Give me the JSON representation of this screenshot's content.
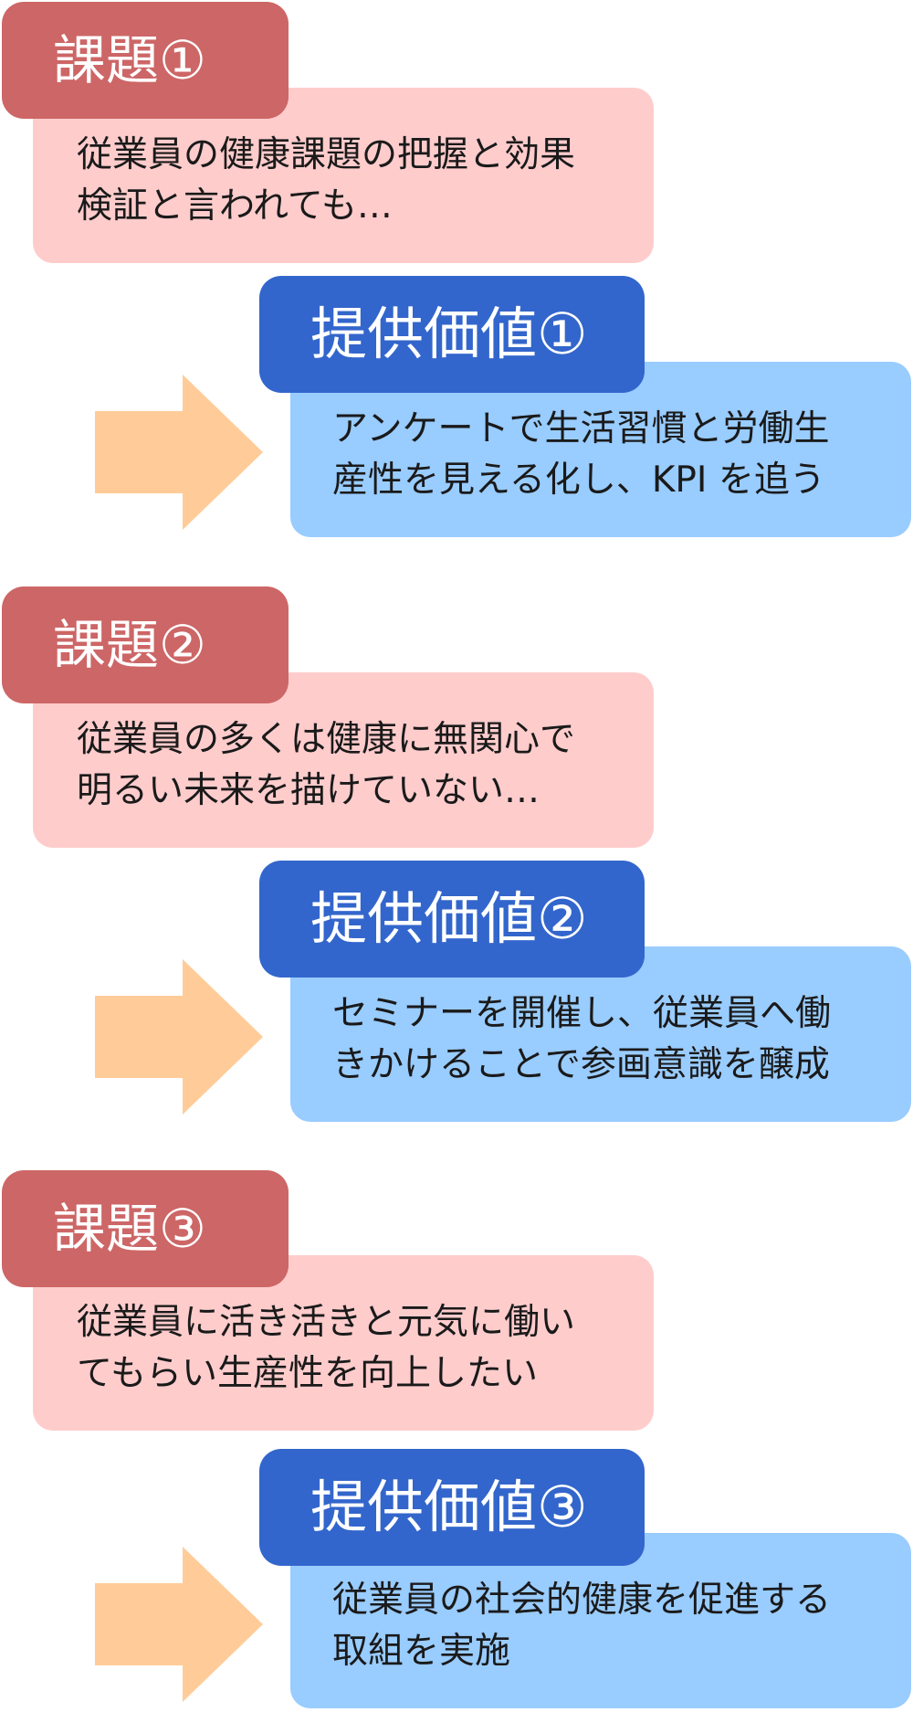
{
  "colors": {
    "issue_tab": "#cd6666",
    "issue_box": "#ffcccc",
    "solution_tab": "#3366cc",
    "solution_box": "#99ccff",
    "arrow": "#ffcc99"
  },
  "sections": [
    {
      "issue_title": "課題①",
      "issue_lines": [
        "従業員の健康課題の把握と効果",
        "検証と言われても…"
      ],
      "solution_title": "提供価値①",
      "solution_lines": [
        "アンケートで生活習慣と労働生",
        "産性を見える化し、KPI を追う"
      ]
    },
    {
      "issue_title": "課題②",
      "issue_lines": [
        "従業員の多くは健康に無関心で",
        "明るい未来を描けていない…"
      ],
      "solution_title": "提供価値②",
      "solution_lines": [
        "セミナーを開催し、従業員へ働",
        "きかけることで参画意識を醸成"
      ]
    },
    {
      "issue_title": "課題③",
      "issue_lines": [
        "従業員に活き活きと元気に働い",
        "てもらい生産性を向上したい"
      ],
      "solution_title": "提供価値③",
      "solution_lines": [
        "従業員の社会的健康を促進する",
        "取組を実施"
      ]
    }
  ]
}
